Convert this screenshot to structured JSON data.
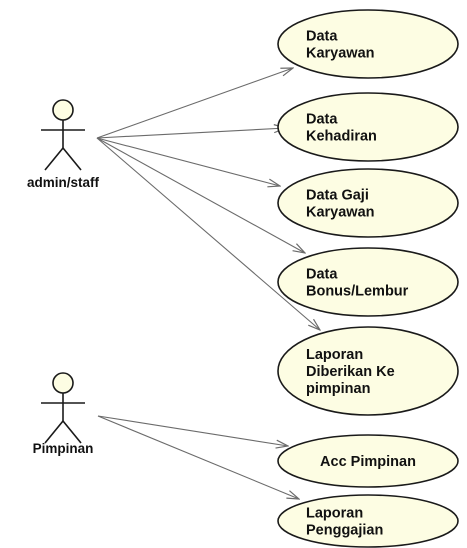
{
  "actors": [
    {
      "id": "admin",
      "label": "admin/staff"
    },
    {
      "id": "pimpinan",
      "label": "Pimpinan"
    }
  ],
  "use_cases": [
    {
      "id": "uc1",
      "lines": [
        "Data",
        "Karyawan"
      ]
    },
    {
      "id": "uc2",
      "lines": [
        "Data",
        "Kehadiran"
      ]
    },
    {
      "id": "uc3",
      "lines": [
        "Data Gaji",
        "Karyawan"
      ]
    },
    {
      "id": "uc4",
      "lines": [
        "Data",
        "Bonus/Lembur"
      ]
    },
    {
      "id": "uc5",
      "lines": [
        "Laporan",
        "Diberikan Ke",
        "pimpinan"
      ]
    },
    {
      "id": "uc6",
      "lines": [
        "Acc Pimpinan"
      ]
    },
    {
      "id": "uc7",
      "lines": [
        "Laporan",
        "Penggajian"
      ]
    }
  ],
  "associations": [
    {
      "from": "admin",
      "to": "uc1"
    },
    {
      "from": "admin",
      "to": "uc2"
    },
    {
      "from": "admin",
      "to": "uc3"
    },
    {
      "from": "admin",
      "to": "uc4"
    },
    {
      "from": "admin",
      "to": "uc5"
    },
    {
      "from": "pimpinan",
      "to": "uc6"
    },
    {
      "from": "pimpinan",
      "to": "uc7"
    }
  ],
  "colors": {
    "use_case_fill": "#fdfde3",
    "actor_fill": "#fdfde3",
    "stroke": "#1a1a1a",
    "arrow": "#6b6b6b"
  }
}
